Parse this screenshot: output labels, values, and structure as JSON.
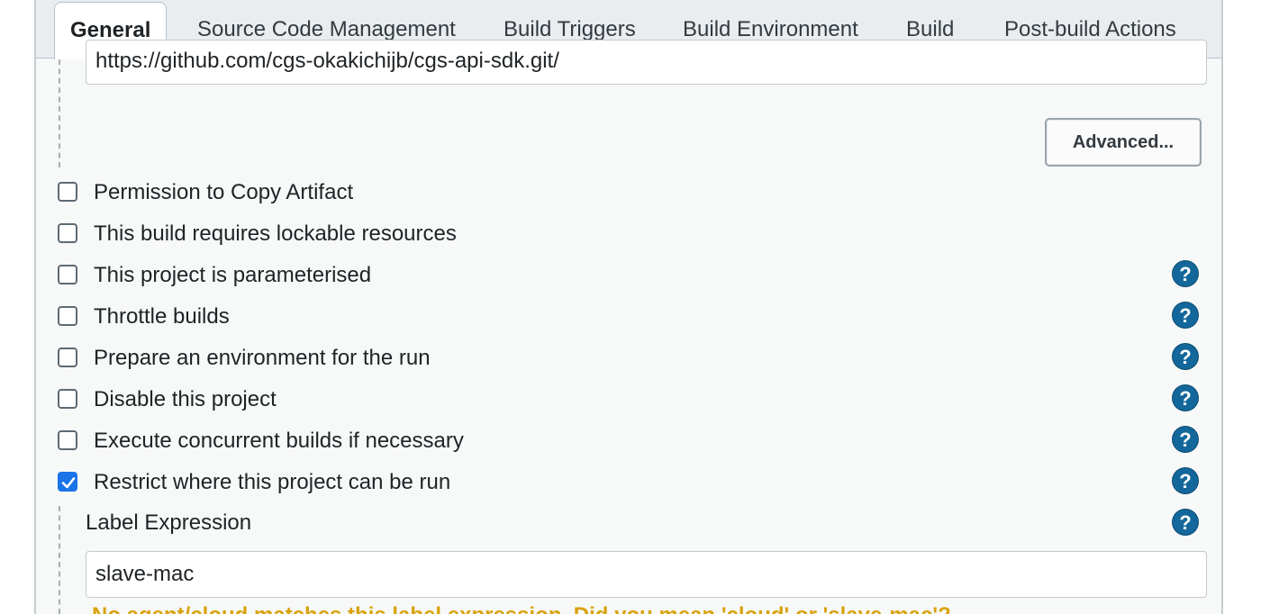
{
  "tabs": [
    "General",
    "Source Code Management",
    "Build Triggers",
    "Build Environment",
    "Build",
    "Post-build Actions"
  ],
  "repo_url": "https://github.com/cgs-okakichijb/cgs-api-sdk.git/",
  "advanced_button": "Advanced...",
  "options": [
    {
      "label": "Permission to Copy Artifact",
      "checked": false,
      "help": false
    },
    {
      "label": "This build requires lockable resources",
      "checked": false,
      "help": false
    },
    {
      "label": "This project is parameterised",
      "checked": false,
      "help": true
    },
    {
      "label": "Throttle builds",
      "checked": false,
      "help": true
    },
    {
      "label": "Prepare an environment for the run",
      "checked": false,
      "help": true
    },
    {
      "label": "Disable this project",
      "checked": false,
      "help": true
    },
    {
      "label": "Execute concurrent builds if necessary",
      "checked": false,
      "help": true
    },
    {
      "label": "Restrict where this project can be run",
      "checked": true,
      "help": true
    }
  ],
  "label_expression": {
    "label": "Label Expression",
    "value": "slave-mac"
  },
  "help_glyph": "?",
  "warning_text": "No agent/cloud matches this label expression. Did you mean 'cloud' or 'slave-mac'?",
  "colors": {
    "help_icon": "#13679a",
    "checkbox_checked": "#1a73e8",
    "warning": "#d9a30c"
  }
}
